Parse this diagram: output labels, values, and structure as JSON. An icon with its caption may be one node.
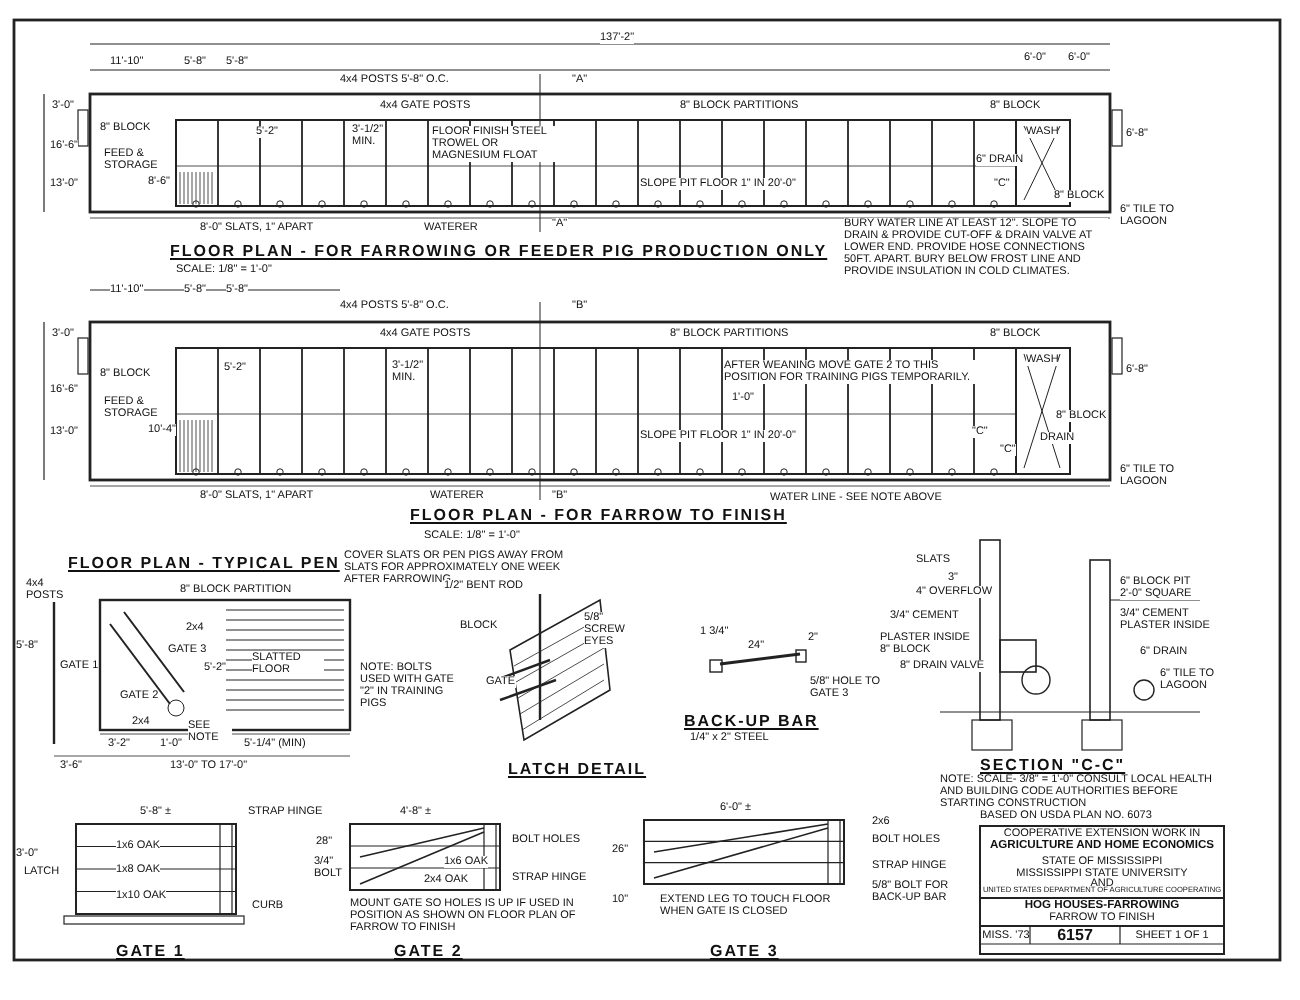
{
  "diagram": {
    "labels": [
      "137'-2\"",
      "11'-10\"",
      "5'-8\"",
      "5'-8\"",
      "4x4 POSTS 5'-8\" O.C.",
      "\"A\"",
      "6'-0\"",
      "6'-0\"",
      "3'-0\"",
      "4x4 GATE POSTS",
      "8\" BLOCK PARTITIONS",
      "8\" BLOCK",
      "8\" BLOCK",
      "16'-6\"",
      "FEED & STORAGE",
      "5'-2\"",
      "3'-1/2\" MIN.",
      "FLOOR FINISH STEEL TROWEL OR MAGNESIUM FLOAT",
      "WASH",
      "6'-8\"",
      "6\" DRAIN",
      "13'-0\"",
      "8'-6\"",
      "SLOPE PIT FLOOR 1\" IN 20'-0\"",
      "\"C\"",
      "8\" BLOCK",
      "6\" TILE TO LAGOON",
      "8'-0\" SLATS, 1\" APART",
      "WATERER",
      "\"A\"",
      "BURY WATER LINE AT LEAST 12\". SLOPE TO DRAIN & PROVIDE CUT-OFF & DRAIN VALVE AT LOWER END. PROVIDE HOSE CONNECTIONS 50FT. APART. BURY BELOW FROST LINE AND PROVIDE INSULATION IN COLD CLIMATES.",
      "FLOOR PLAN - FOR FARROWING OR FEEDER PIG PRODUCTION ONLY",
      "SCALE: 1/8\" = 1'-0\"",
      "11'-10\"",
      "5'-8\"",
      "5'-8\"",
      "4x4 POSTS 5'-8\" O.C.",
      "\"B\"",
      "3'-0\"",
      "4x4 GATE POSTS",
      "8\" BLOCK PARTITIONS",
      "8\" BLOCK",
      "8\" BLOCK",
      "16'-6\"",
      "FEED & STORAGE",
      "5'-2\"",
      "3'-1/2\" MIN.",
      "AFTER WEANING MOVE GATE 2 TO THIS POSITION FOR TRAINING PIGS TEMPORARILY.",
      "1'-0\"",
      "WASH",
      "6'-8\"",
      "13'-0\"",
      "10'-4\"",
      "SLOPE PIT FLOOR 1\" IN 20'-0\"",
      "\"C\"",
      "\"C\"",
      "DRAIN",
      "8\" BLOCK",
      "6\" TILE TO LAGOON",
      "8'-0\" SLATS, 1\" APART",
      "WATERER",
      "\"B\"",
      "WATER LINE - SEE NOTE ABOVE",
      "FLOOR PLAN - FOR FARROW TO FINISH",
      "SCALE: 1/8\" = 1'-0\"",
      "FLOOR PLAN - TYPICAL PEN",
      "COVER SLATS OR PEN PIGS AWAY FROM SLATS FOR APPROXIMATELY ONE WEEK AFTER FARROWING",
      "4x4 POSTS",
      "8\" BLOCK PARTITION",
      "2x4",
      "GATE 3",
      "5'-8\"",
      "GATE 1",
      "5'-2\"",
      "SLATTED FLOOR",
      "GATE 2",
      "2x4",
      "SEE NOTE",
      "NOTE: BOLTS USED WITH GATE \"2\" IN TRAINING PIGS",
      "3'-2\"",
      "1'-0\"",
      "5'-1/4\" (MIN)",
      "3'-6\"",
      "13'-0\" TO 17'-0\"",
      "1/2\" BENT ROD",
      "BLOCK",
      "5/8\" SCREW EYES",
      "GATE",
      "LATCH DETAIL",
      "1 3/4\"",
      "24\"",
      "2\"",
      "5/8\" HOLE TO GATE 3",
      "BACK-UP BAR",
      "1/4\" x 2\" STEEL",
      "SLATS",
      "3\"",
      "4\" OVERFLOW",
      "6\" BLOCK PIT 2'-0\" SQUARE",
      "3/4\" CEMENT",
      "3/4\" CEMENT PLASTER INSIDE",
      "PLASTER INSIDE 8\" BLOCK",
      "6\" DRAIN",
      "8\" DRAIN VALVE",
      "6\" TILE TO LAGOON",
      "SECTION \"C-C\"",
      "NOTE: SCALE- 3/8\" = 1'-0\" CONSULT LOCAL HEALTH AND BUILDING CODE AUTHORITIES BEFORE STARTING CONSTRUCTION",
      "BASED ON USDA PLAN NO. 6073",
      "5'-8\" ±",
      "STRAP HINGE",
      "3'-0\"",
      "LATCH",
      "1x6 OAK",
      "1x8 OAK",
      "1x10 OAK",
      "CURB",
      "GATE 1",
      "4'-8\" ±",
      "28\"",
      "3/4\" BOLT",
      "BOLT HOLES",
      "1x6 OAK",
      "2x4 OAK",
      "STRAP HINGE",
      "MOUNT GATE SO HOLES IS UP IF USED IN POSITION AS SHOWN ON FLOOR PLAN OF FARROW TO FINISH",
      "GATE 2",
      "6'-0\" ±",
      "2x6",
      "BOLT HOLES",
      "26\"",
      "STRAP HINGE",
      "10\"",
      "EXTEND LEG TO TOUCH FLOOR WHEN GATE IS CLOSED",
      "5/8\" BOLT FOR BACK-UP BAR",
      "GATE 3",
      "COOPERATIVE EXTENSION WORK IN",
      "AGRICULTURE AND HOME ECONOMICS",
      "STATE OF MISSISSIPPI",
      "MISSISSIPPI STATE UNIVERSITY",
      "AND",
      "UNITED STATES DEPARTMENT OF AGRICULTURE COOPERATING",
      "HOG HOUSES-FARROWING",
      "FARROW TO FINISH",
      "MISS. '73",
      "6157",
      "SHEET 1 OF 1"
    ]
  }
}
